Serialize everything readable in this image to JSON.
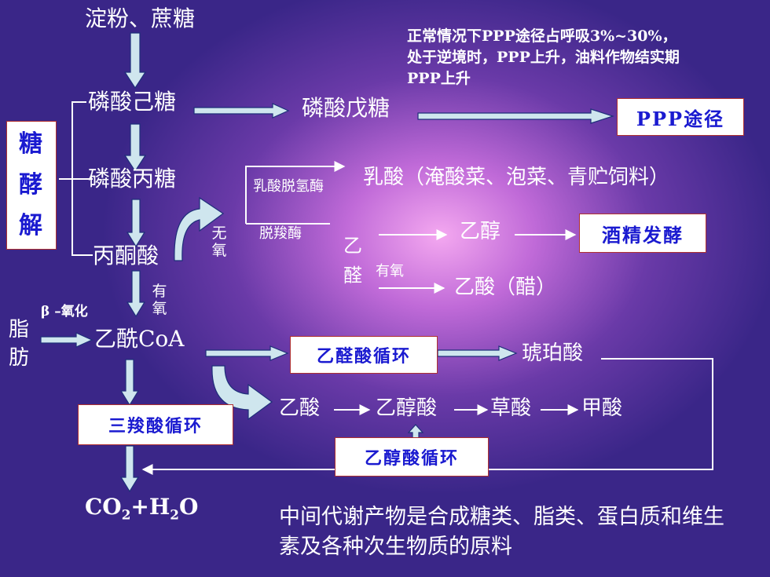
{
  "colors": {
    "box_text": "#1a1ad0",
    "box_border": "#b03030",
    "arrow_fill": "#cfe6ee",
    "text": "#ffffff"
  },
  "nodes": {
    "starch_sucrose": "淀粉、蔗糖",
    "hexose_phosphate": "磷酸己糖",
    "pentose_phosphate": "磷酸戊糖",
    "triose_phosphate": "磷酸丙糖",
    "pyruvate": "丙酮酸",
    "lactic_acid": "乳酸（淹酸菜、泡菜、青贮饲料）",
    "ethanol": "乙醇",
    "acetaldehyde": "乙醛",
    "acetic_acid_vinegar": "乙酸（醋）",
    "fat": "脂肪",
    "acetyl_coa": "乙酰CoA",
    "succinic_acid": "琥珀酸",
    "acetic_acid": "乙酸",
    "glycolic_acid": "乙醇酸",
    "oxalic_acid": "草酸",
    "formic_acid": "甲酸",
    "co2_h2o": "CO2+H2O"
  },
  "labels": {
    "lactate_dehydrogenase": "乳酸脱氢酶",
    "decarboxylase": "脱羧酶",
    "anaerobic": "无氧",
    "aerobic_1": "有氧",
    "aerobic_2": "有氧",
    "beta_oxidation": "β –氧化"
  },
  "boxes": {
    "glycolysis": "糖酵解",
    "ppp": "PPP途径",
    "alcohol_fermentation": "酒精发酵",
    "glyoxylate_cycle": "乙醛酸循环",
    "tca_cycle": "三羧酸循环",
    "glycolate_cycle": "乙醇酸循环"
  },
  "note": "正常情况下PPP途径占呼吸3%~30%，处于逆境时，PPP上升，油料作物结实期PPP上升",
  "footer": "中间代谢产物是合成糖类、脂类、蛋白质和维生素及各种次生物质的原料"
}
